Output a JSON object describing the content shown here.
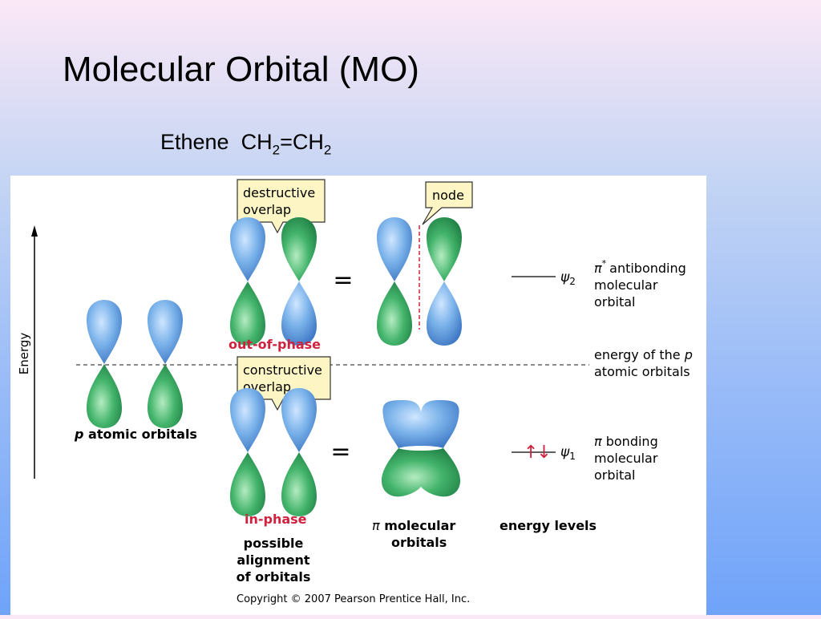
{
  "slide": {
    "title": "Molecular Orbital (MO)",
    "subtitle_prefix": "Ethene",
    "subtitle_formula": [
      "CH",
      "2",
      "=CH",
      "2"
    ]
  },
  "figure": {
    "axis_label": "Energy",
    "callouts": {
      "destructive": [
        "destructive",
        "overlap"
      ],
      "constructive": [
        "constructive",
        "overlap"
      ],
      "node": "node"
    },
    "labels": {
      "out_of_phase": "out-of-phase",
      "in_phase": "in-phase",
      "p_atomic": "atomic orbitals",
      "p_letter": "p",
      "possible_alignment": [
        "possible",
        "alignment",
        "of orbitals"
      ],
      "pi_molecular": [
        "molecular",
        "orbitals"
      ],
      "pi_symbol": "π",
      "energy_levels": "energy levels",
      "equals": "=",
      "psi2": "ψ",
      "psi2_sub": "2",
      "psi1": "ψ",
      "psi1_sub": "1",
      "antibonding": [
        "antibonding",
        "molecular",
        "orbital"
      ],
      "antibonding_prefix": "π",
      "antibonding_star": "*",
      "p_energy": [
        "energy of the",
        "atomic orbitals"
      ],
      "p_energy_letter": "p",
      "bonding": [
        "bonding",
        "molecular",
        "orbital"
      ],
      "bonding_prefix": "π",
      "electrons": "↑↓",
      "copyright": "Copyright © 2007 Pearson Prentice Hall, Inc."
    },
    "colors": {
      "blue_lobe": "#6fa8e6",
      "green_lobe": "#3fb06a",
      "red_label": "#d0223f",
      "callout_fill": "#fdf6c4"
    }
  }
}
